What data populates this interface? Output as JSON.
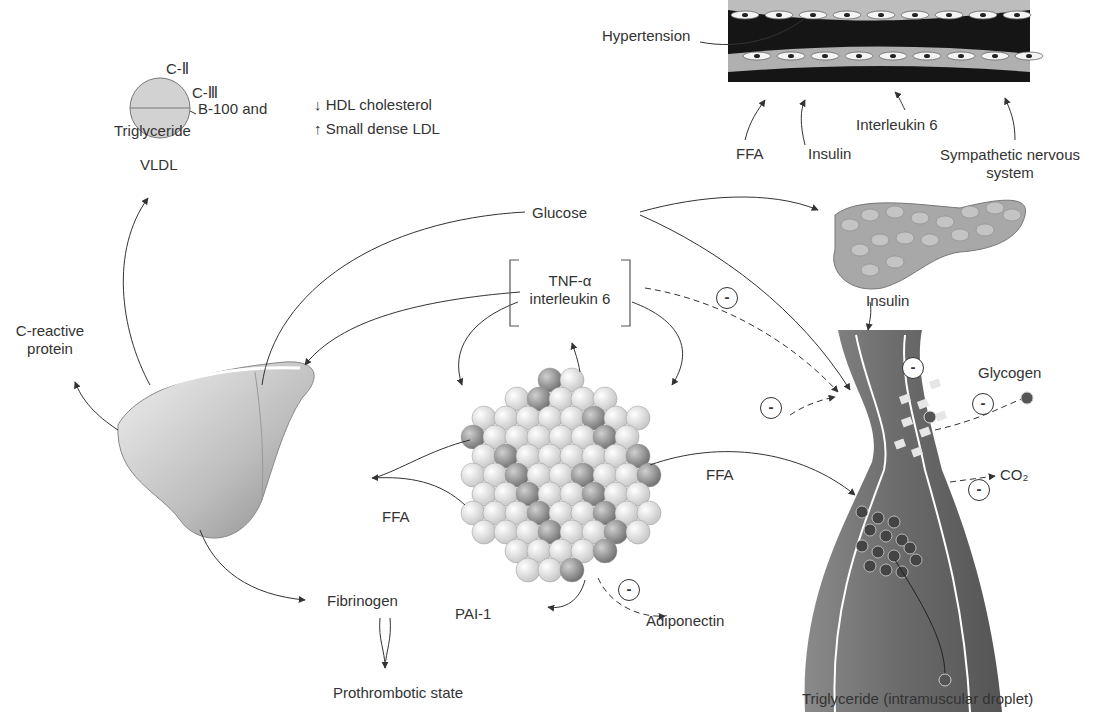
{
  "diagram": {
    "nodes": [
      {
        "text": [
          "C-Ⅱ",
          "C-Ⅲ",
          "B-100 and",
          "Triglyceride",
          "VLDL"
        ]
      },
      {
        "text": [
          "TNF-α interleukin 6"
        ]
      },
      {
        "text": [
          "-"
        ]
      },
      {
        "text": [
          "-"
        ]
      },
      {
        "text": [
          "-"
        ]
      },
      {
        "text": [
          "-"
        ]
      },
      {
        "text": [
          "-"
        ]
      },
      {
        "text": [
          "-"
        ]
      }
    ],
    "labels": [
      "Hypertension",
      "↓ HDL cholesterol",
      "↑ Small dense LDL",
      "Interleukin 6",
      "FFA",
      "Insulin",
      "Sympathetic nervous system",
      "Glucose",
      "Insulin",
      "C-reactive protein",
      "Glycogen",
      "FFA",
      "FFA",
      "CO₂",
      "Fibrinogen",
      "PAI-1",
      "Adiponectin",
      "Prothrombotic state",
      "Triglyceride (intramuscular droplet)"
    ]
  }
}
